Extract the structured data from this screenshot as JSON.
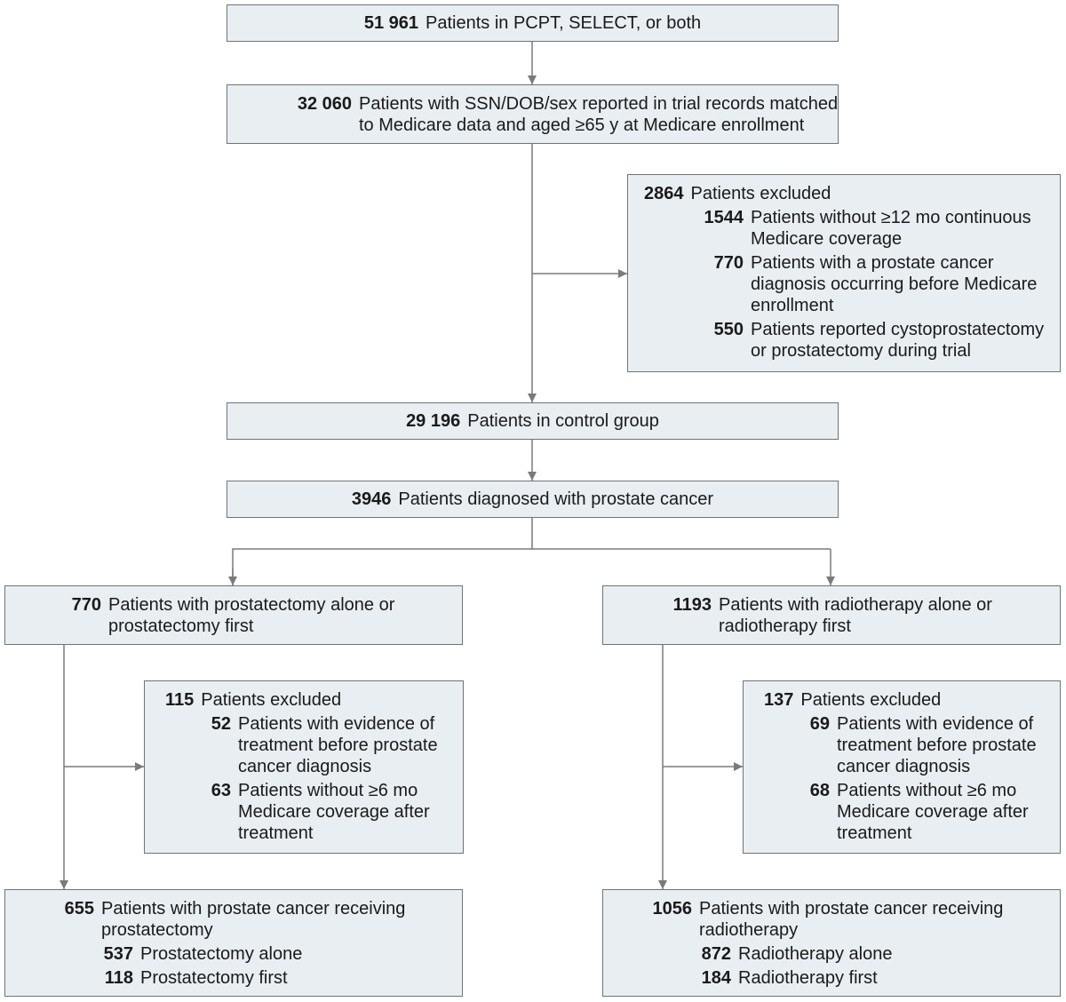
{
  "boxes": {
    "b1": {
      "num": "51 961",
      "text": "Patients in PCPT, SELECT, or both"
    },
    "b2": {
      "num": "32 060",
      "lines": [
        "Patients with SSN/DOB/sex reported in trial records matched",
        "to Medicare data and aged ≥65 y at Medicare enrollment"
      ]
    },
    "excl1": {
      "num": "2864",
      "text": "Patients excluded",
      "items": [
        {
          "num": "1544",
          "lines": [
            "Patients without ≥12 mo continuous",
            "Medicare coverage"
          ]
        },
        {
          "num": "770",
          "lines": [
            "Patients with a prostate cancer",
            "diagnosis occurring before Medicare",
            "enrollment"
          ]
        },
        {
          "num": "550",
          "lines": [
            "Patients reported cystoprostatectomy",
            "or prostatectomy during trial"
          ]
        }
      ]
    },
    "b3": {
      "num": "29 196",
      "text": "Patients in control group"
    },
    "b4": {
      "num": "3946",
      "text": "Patients diagnosed with prostate cancer"
    },
    "left1": {
      "num": "770",
      "lines": [
        "Patients with prostatectomy alone or",
        "prostatectomy first"
      ]
    },
    "right1": {
      "num": "1193",
      "lines": [
        "Patients with radiotherapy alone or",
        "radiotherapy first"
      ]
    },
    "exclL": {
      "num": "115",
      "text": "Patients excluded",
      "items": [
        {
          "num": "52",
          "lines": [
            "Patients with evidence of",
            "treatment before prostate",
            "cancer diagnosis"
          ]
        },
        {
          "num": "63",
          "lines": [
            "Patients without ≥6 mo",
            "Medicare coverage after",
            "treatment"
          ]
        }
      ]
    },
    "exclR": {
      "num": "137",
      "text": "Patients excluded",
      "items": [
        {
          "num": "69",
          "lines": [
            "Patients with evidence of",
            "treatment before prostate",
            "cancer diagnosis"
          ]
        },
        {
          "num": "68",
          "lines": [
            "Patients without ≥6 mo",
            "Medicare coverage after",
            "treatment"
          ]
        }
      ]
    },
    "left2": {
      "num": "655",
      "lines": [
        "Patients with prostate cancer receiving",
        "prostatectomy"
      ],
      "items": [
        {
          "num": "537",
          "text": "Prostatectomy alone"
        },
        {
          "num": "118",
          "text": "Prostatectomy first"
        }
      ]
    },
    "right2": {
      "num": "1056",
      "lines": [
        "Patients with prostate cancer receiving",
        "radiotherapy"
      ],
      "items": [
        {
          "num": "872",
          "text": "Radiotherapy alone"
        },
        {
          "num": "184",
          "text": "Radiotherapy first"
        }
      ]
    }
  },
  "colors": {
    "box_fill": "#e9eef2",
    "box_border": "#6f7478",
    "connector": "#7a7a7a"
  }
}
